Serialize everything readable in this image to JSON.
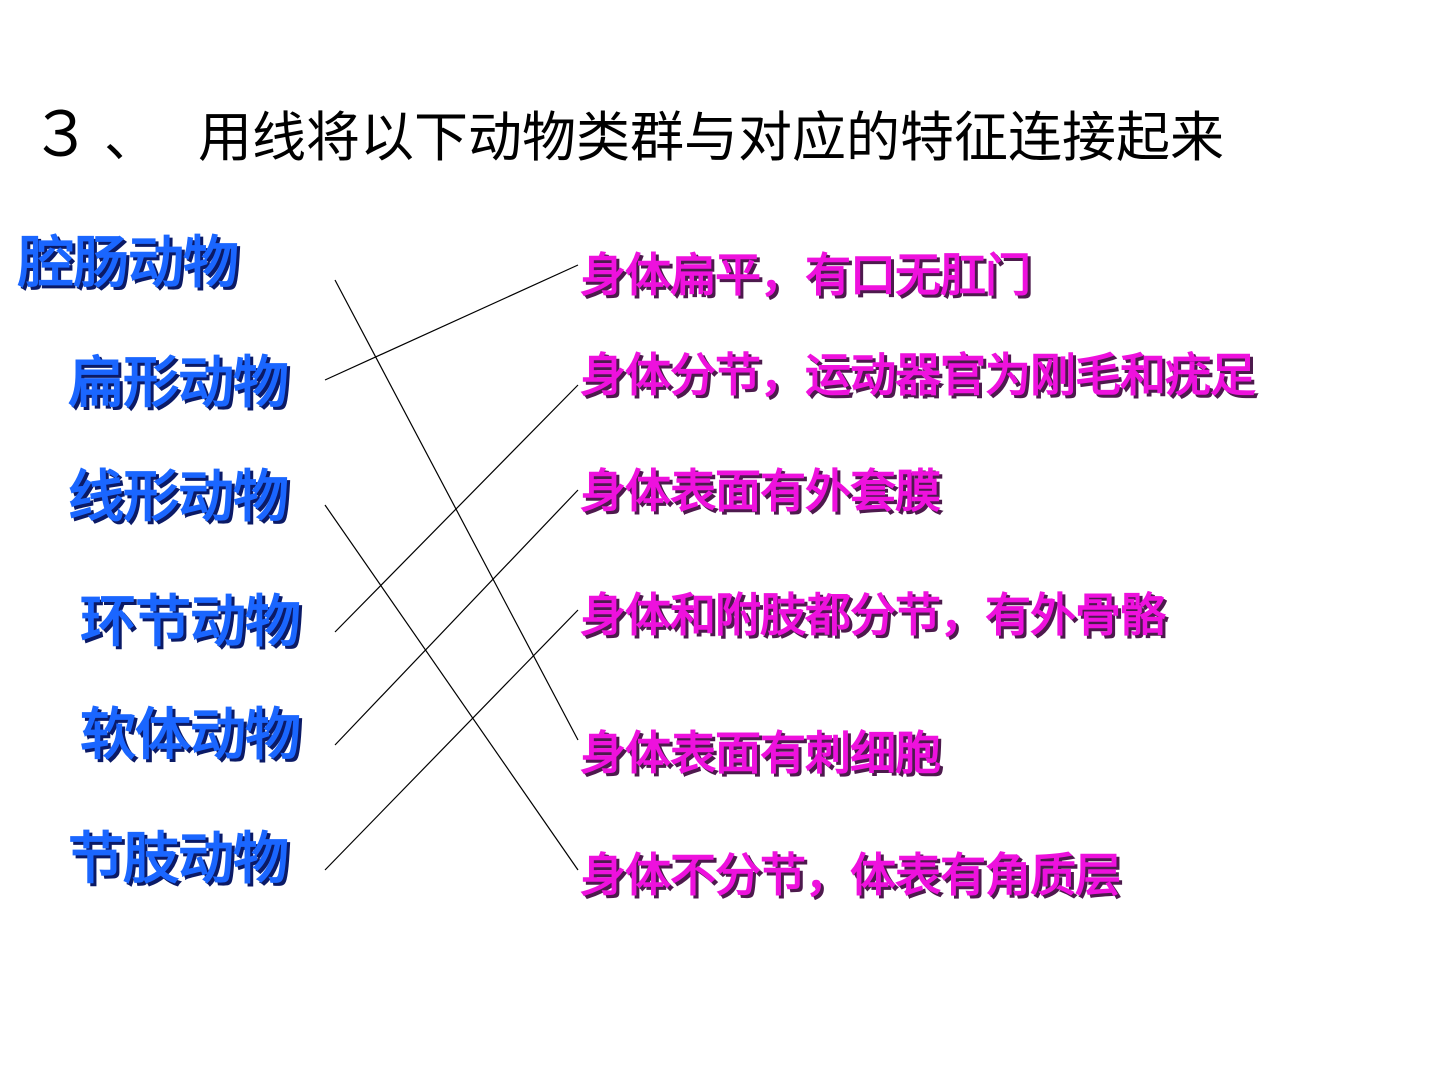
{
  "title": {
    "number": "３",
    "separator": "、",
    "text": "用线将以下动物类群与对应的特征连接起来"
  },
  "animals": [
    "腔肠动物",
    "扁形动物",
    "线形动物",
    "环节动物",
    "软体动物",
    "节肢动物"
  ],
  "features": [
    "身体扁平，有口无肛门",
    "身体分节，运动器官为刚毛和疣足",
    "身体表面有外套膜",
    "身体和附肢都分节，有外骨骼",
    "身体表面有刺细胞",
    "身体不分节，体表有角质层"
  ],
  "connections": [
    {
      "animal": 0,
      "feature": 4
    },
    {
      "animal": 1,
      "feature": 0
    },
    {
      "animal": 2,
      "feature": 5
    },
    {
      "animal": 3,
      "feature": 1
    },
    {
      "animal": 4,
      "feature": 2
    },
    {
      "animal": 5,
      "feature": 3
    }
  ],
  "colors": {
    "animal_text": "#1a66ff",
    "feature_text": "#ee11dd",
    "line": "#000000"
  }
}
